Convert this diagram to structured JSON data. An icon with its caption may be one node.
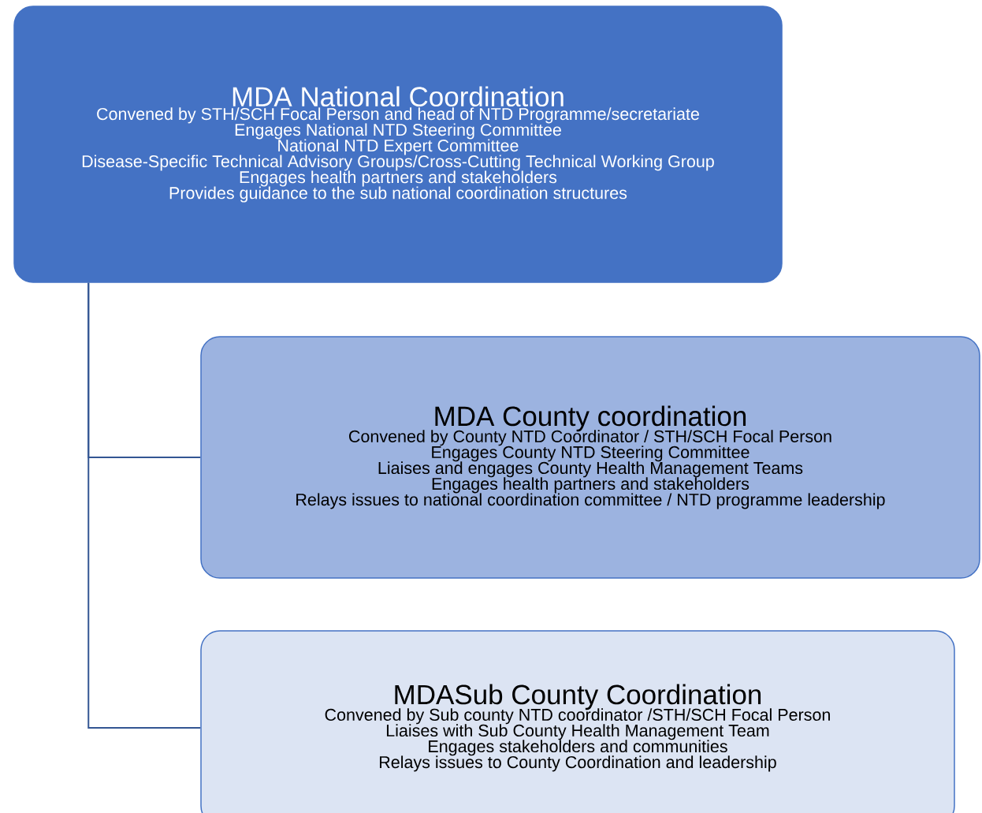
{
  "diagram": {
    "nodes": [
      {
        "text": [
          "MDA National Coordination",
          "Convened by  STH/SCH Focal Person and head of NTD Programme/secretariate",
          "Engages National NTD Steering Committee",
          "National NTD Expert Committee",
          "Disease-Specific Technical Advisory Groups/Cross-Cutting Technical Working Group",
          "Engages health partners and stakeholders",
          "Provides guidance to the sub national coordination structures"
        ]
      },
      {
        "text": [
          "MDA County coordination",
          "Convened by County NTD Coordinator / STH/SCH Focal Person",
          "Engages County NTD Steering Committee",
          "Liaises and engages County Health Management Teams",
          "Engages health partners and stakeholders",
          "Relays issues to national coordination committee / NTD programme leadership"
        ]
      },
      {
        "text": [
          "MDASub County Coordination",
          "Convened by Sub county NTD coordinator /STH/SCH Focal Person",
          "Liaises with Sub County Health Management Team",
          "Engages stakeholders and communities",
          "Relays issues to County Coordination and leadership"
        ]
      }
    ],
    "edges": [
      {
        "from": 0,
        "to": 1,
        "arrow": "none"
      },
      {
        "from": 0,
        "to": 2,
        "arrow": "none"
      }
    ]
  }
}
